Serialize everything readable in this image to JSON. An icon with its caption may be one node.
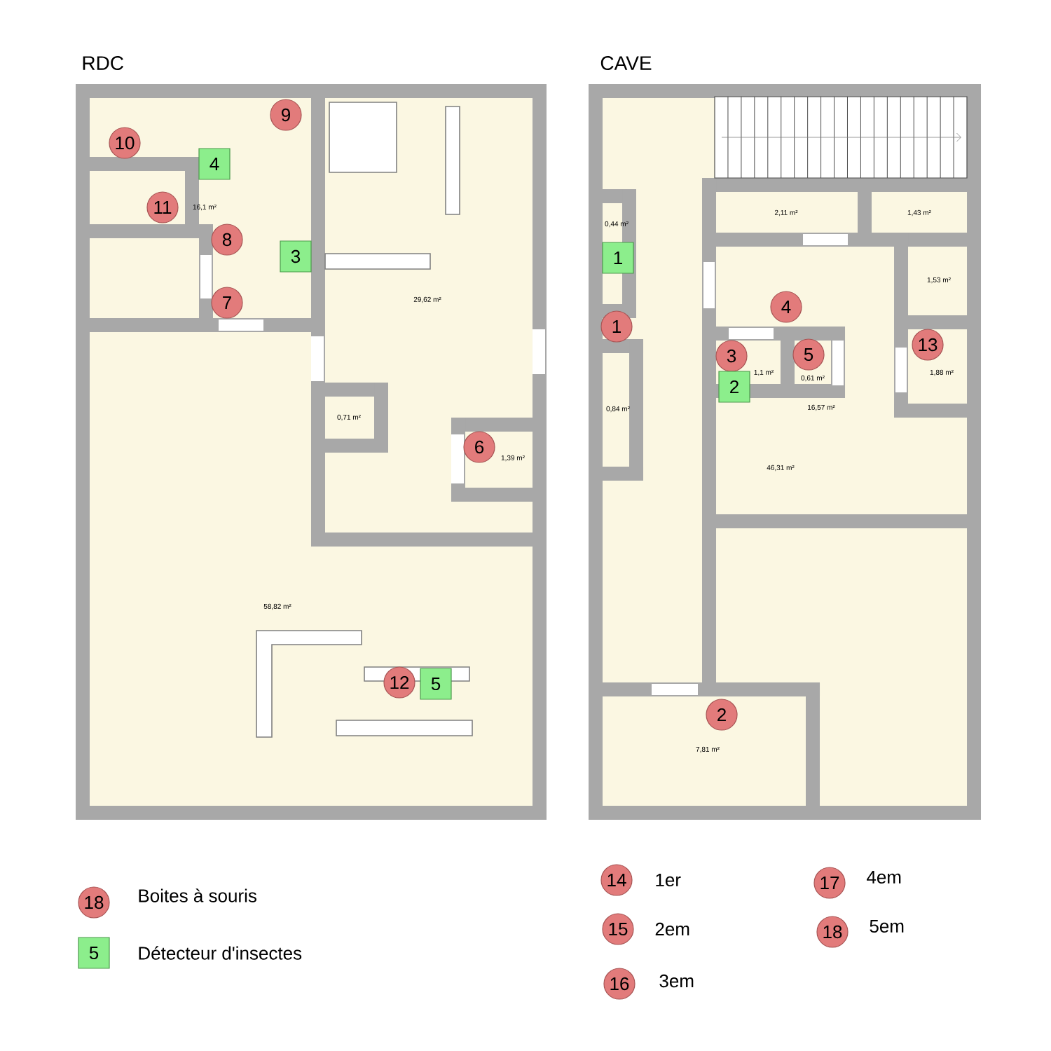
{
  "diagram": {
    "nodes": [
      {
        "text": [
          "RDC"
        ]
      },
      {
        "text": [
          "CAVE"
        ]
      },
      {
        "text": [
          "9"
        ],
        "in": 0
      },
      {
        "text": [
          "10"
        ],
        "in": 0
      },
      {
        "text": [
          "4"
        ],
        "in": 0
      },
      {
        "text": [
          "11"
        ],
        "in": 0
      },
      {
        "text": [
          "8"
        ],
        "in": 0
      },
      {
        "text": [
          "3"
        ],
        "in": 0
      },
      {
        "text": [
          "7"
        ],
        "in": 0
      },
      {
        "text": [
          "6"
        ],
        "in": 0
      },
      {
        "text": [
          "12"
        ],
        "in": 0
      },
      {
        "text": [
          "5"
        ],
        "in": 0
      },
      {
        "text": [
          "1"
        ],
        "in": 1
      },
      {
        "text": [
          "4"
        ],
        "in": 1
      },
      {
        "text": [
          "1"
        ],
        "in": 1
      },
      {
        "text": [
          "13"
        ],
        "in": 1
      },
      {
        "text": [
          "5"
        ],
        "in": 1
      },
      {
        "text": [
          "3"
        ],
        "in": 1
      },
      {
        "text": [
          "2"
        ],
        "in": 1
      },
      {
        "text": [
          "2"
        ],
        "in": 1
      },
      {
        "text": [
          "18"
        ],
        "beside": [
          "Boites à souris"
        ]
      },
      {
        "text": [
          "5"
        ],
        "beside": [
          "Détecteur d'insectes"
        ]
      },
      {
        "text": [
          "14"
        ],
        "beside": [
          "1er"
        ]
      },
      {
        "text": [
          "15"
        ],
        "beside": [
          "2em"
        ]
      },
      {
        "text": [
          "16"
        ],
        "beside": [
          "3em"
        ]
      },
      {
        "text": [
          "17"
        ],
        "beside": [
          "4em"
        ]
      },
      {
        "text": [
          "18"
        ],
        "beside": [
          "5em"
        ]
      }
    ],
    "labels": [
      "16,1 m²",
      "29,62 m²",
      "0,71 m²",
      "1,39 m²",
      "58,82 m²",
      "0,44 m²",
      "2,11 m²",
      "1,43 m²",
      "1,53 m²",
      "1,1 m²",
      "0,61 m²",
      "1,88 m²",
      "16,57 m²",
      "0,84 m²",
      "46,31 m²",
      "7,81 m²"
    ]
  }
}
